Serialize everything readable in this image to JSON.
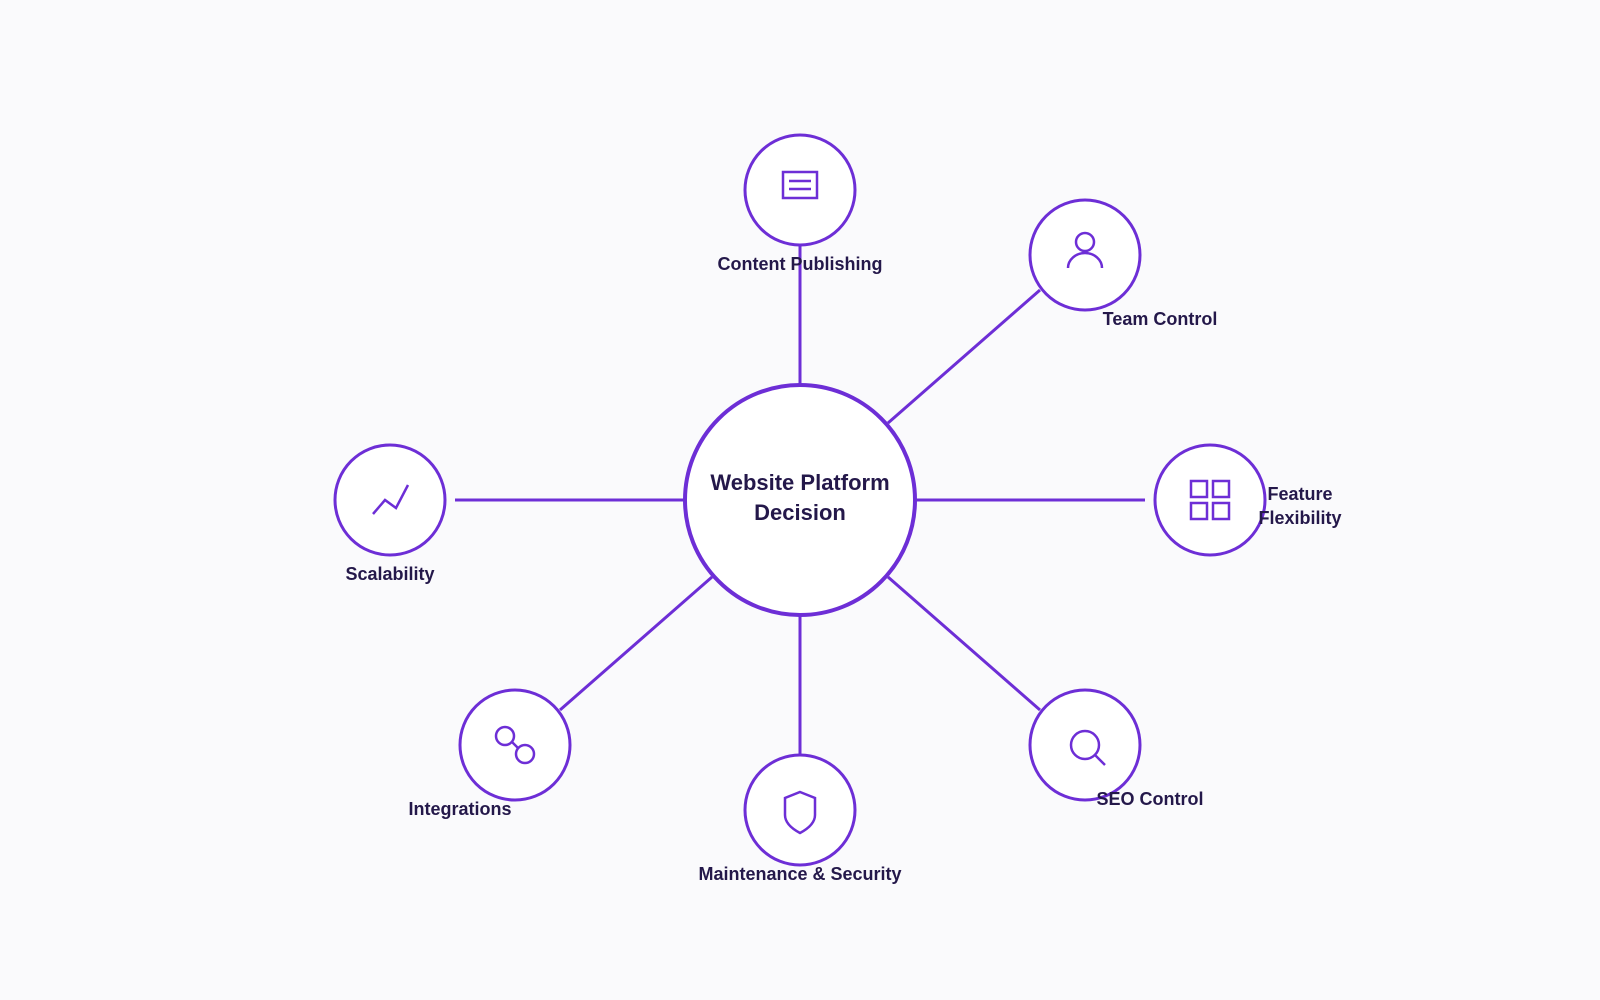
{
  "colors": {
    "accent": "#6d2ed6",
    "label": "#24184a",
    "background": "#fafafc",
    "node_fill": "#ffffff"
  },
  "center": {
    "title_line1": "Website Platform",
    "title_line2": "Decision"
  },
  "nodes": [
    {
      "id": "content-publishing",
      "label": "Content Publishing",
      "icon": "document-icon"
    },
    {
      "id": "team-control",
      "label": "Team Control",
      "icon": "user-icon"
    },
    {
      "id": "feature-flexibility",
      "label_line1": "Feature",
      "label_line2": "Flexibility",
      "icon": "grid-icon"
    },
    {
      "id": "seo-control",
      "label": "SEO Control",
      "icon": "search-icon"
    },
    {
      "id": "maintenance-security",
      "label": "Maintenance & Security",
      "icon": "shield-icon"
    },
    {
      "id": "integrations",
      "label": "Integrations",
      "icon": "link-icon"
    },
    {
      "id": "scalability",
      "label": "Scalability",
      "icon": "trend-icon"
    }
  ]
}
